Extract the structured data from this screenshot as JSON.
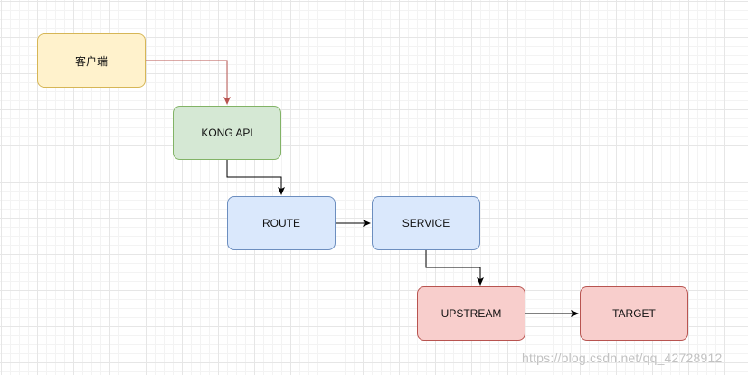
{
  "nodes": {
    "client": {
      "label": "客户端",
      "fill": "#fff2cc",
      "stroke": "#d6b656"
    },
    "kong_api": {
      "label": "KONG API",
      "fill": "#d5e8d4",
      "stroke": "#82b366"
    },
    "route": {
      "label": "ROUTE",
      "fill": "#dae8fc",
      "stroke": "#6c8ebf"
    },
    "service": {
      "label": "SERVICE",
      "fill": "#dae8fc",
      "stroke": "#6c8ebf"
    },
    "upstream": {
      "label": "UPSTREAM",
      "fill": "#f8cecc",
      "stroke": "#b85450"
    },
    "target": {
      "label": "TARGET",
      "fill": "#f8cecc",
      "stroke": "#b85450"
    }
  },
  "edges": [
    {
      "from": "client",
      "to": "kong_api",
      "color": "#b85450"
    },
    {
      "from": "kong_api",
      "to": "route",
      "color": "#000000"
    },
    {
      "from": "route",
      "to": "service",
      "color": "#000000"
    },
    {
      "from": "service",
      "to": "upstream",
      "color": "#000000"
    },
    {
      "from": "upstream",
      "to": "target",
      "color": "#000000"
    }
  ],
  "watermark": "https://blog.csdn.net/qq_42728912"
}
